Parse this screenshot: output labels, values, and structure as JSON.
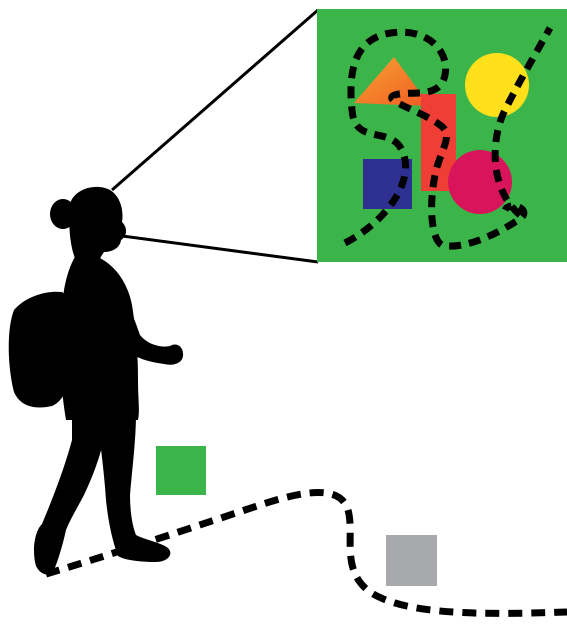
{
  "figure": {
    "elements": [
      "walking-person-silhouette",
      "backpack",
      "field-of-view-cone",
      "zoomed-view-panel",
      "dashed-walking-path",
      "dashed-gaze-path"
    ],
    "view_panel": {
      "background_color": "#3bb54a",
      "shapes": [
        {
          "name": "triangle",
          "color": "#f7a531",
          "gradient_to": "#f15a24"
        },
        {
          "name": "yellow-circle",
          "color": "#ffe01b"
        },
        {
          "name": "red-rectangle",
          "color": "#ee3e36"
        },
        {
          "name": "blue-square",
          "color": "#2e3192"
        },
        {
          "name": "magenta-circle",
          "color": "#d8145a"
        }
      ]
    },
    "ground_markers": [
      {
        "name": "green-marker",
        "color": "#3bb54a"
      },
      {
        "name": "gray-marker",
        "color": "#a7a9ac"
      }
    ],
    "silhouette_color": "#000000",
    "path_color": "#000000"
  }
}
